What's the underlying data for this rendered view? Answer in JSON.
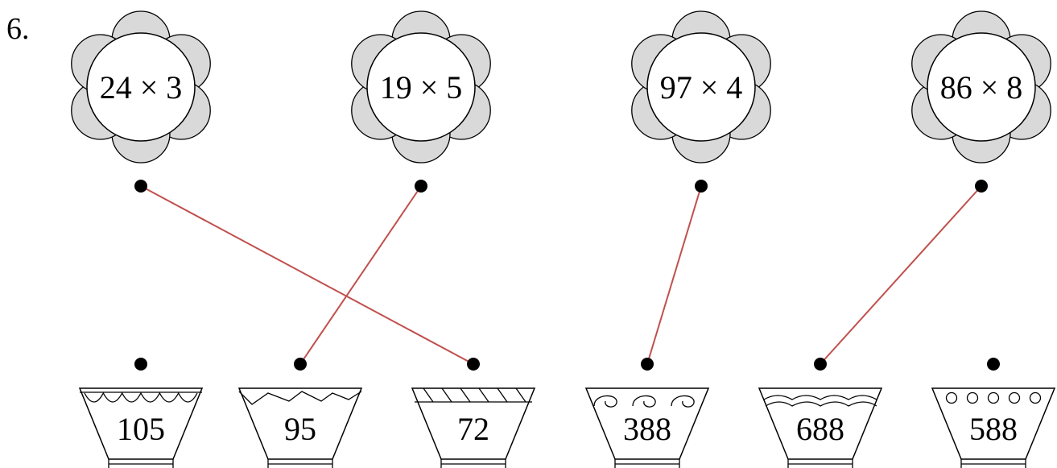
{
  "question_number": "6.",
  "flowers": [
    {
      "label": "24 × 3"
    },
    {
      "label": "19 × 5"
    },
    {
      "label": "97 × 4"
    },
    {
      "label": "86 × 8"
    }
  ],
  "pots": [
    {
      "label": "105",
      "pattern": "scallops"
    },
    {
      "label": "95",
      "pattern": "zigzag"
    },
    {
      "label": "72",
      "pattern": "slashes"
    },
    {
      "label": "388",
      "pattern": "swirls"
    },
    {
      "label": "688",
      "pattern": "waves"
    },
    {
      "label": "588",
      "pattern": "circles"
    }
  ],
  "connections": [
    {
      "flower": 0,
      "pot": 2
    },
    {
      "flower": 1,
      "pot": 1
    },
    {
      "flower": 2,
      "pot": 3
    },
    {
      "flower": 3,
      "pot": 4
    }
  ],
  "colors": {
    "petal_fill": "#d9d9d9",
    "stroke": "#000000",
    "line": "#c0504d"
  }
}
